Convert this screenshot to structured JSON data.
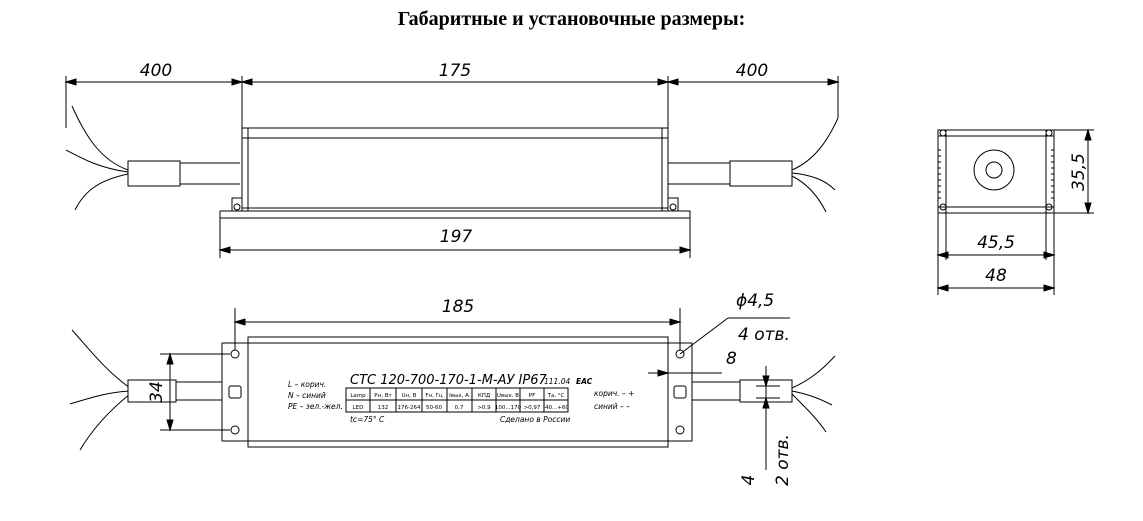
{
  "title": "Габаритные и установочные размеры:",
  "top_view": {
    "dim_left_wire": "400",
    "dim_body": "175",
    "dim_right_wire": "400",
    "dim_overall": "197"
  },
  "end_view": {
    "dim_height": "35,5",
    "dim_inner_width": "45,5",
    "dim_width": "48"
  },
  "front_view": {
    "dim_mount": "185",
    "dim_hole": "ϕ4,5",
    "dim_holes_count": "4 отв.",
    "dim_offset": "8",
    "dim_height": "34",
    "dim_slot_width": "4",
    "dim_slots": "2 отв.",
    "wiring_left": [
      "L  – корич.",
      "N  – синий",
      "PE – зел.-жел."
    ],
    "wiring_right": [
      "корич. – +",
      "синий – –"
    ],
    "model": "СТС 120-700-170-1-М-АУ IP67",
    "date_code": "111.04",
    "cert_mark": "EAC",
    "table_headers": [
      "Lamp",
      "Pн, Вт",
      "Uн, В",
      "Fн, Гц",
      "Iвых, А",
      "КПД",
      "Uвых, В",
      "PF",
      "Tа, °С"
    ],
    "table_values": [
      "LED",
      "132",
      "176-264",
      "50-60",
      "0,7",
      ">0,9",
      "100...170",
      ">0,97",
      "-40...+60"
    ],
    "temp": "tc=75° С",
    "made_in": "Сделано в России"
  }
}
